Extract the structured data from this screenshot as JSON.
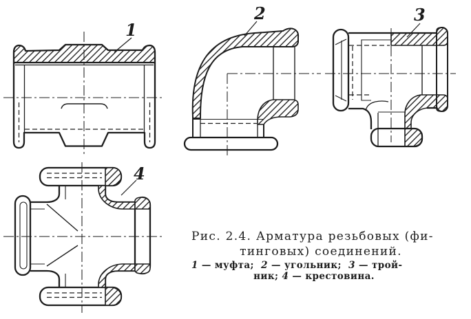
{
  "figure": {
    "title": {
      "line1": "Рис. 2.4. Арматура резьбовых (фи-",
      "line2": "тинговых) соединений."
    },
    "legend": {
      "line1": [
        {
          "n": "1"
        },
        {
          "t": " — муфта;  "
        },
        {
          "n": "2"
        },
        {
          "t": " — угольник;  "
        },
        {
          "n": "3"
        },
        {
          "t": " — трой-"
        }
      ],
      "line2": [
        {
          "t": "ник; "
        },
        {
          "n": "4"
        },
        {
          "t": " — крестовина."
        }
      ]
    },
    "callouts": {
      "coupling": "1",
      "elbow": "2",
      "tee": "3",
      "cross": "4"
    },
    "ink_color": "#1c1c1c",
    "paper_color": "#ffffff"
  }
}
